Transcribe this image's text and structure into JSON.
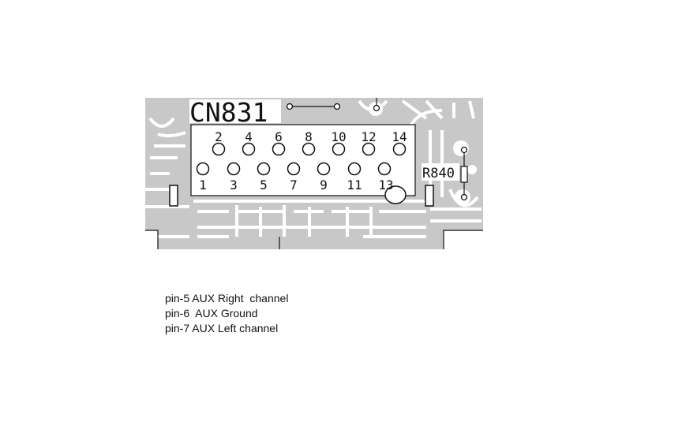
{
  "connector": {
    "ref": "CN831",
    "top_pins": [
      "2",
      "4",
      "6",
      "8",
      "10",
      "12",
      "14"
    ],
    "bottom_pins": [
      "1",
      "3",
      "5",
      "7",
      "9",
      "11",
      "13"
    ]
  },
  "resistor": {
    "ref": "R840"
  },
  "notes": [
    "pin-5 AUX Right  channel",
    "pin-6  AUX Ground",
    "pin-7 AUX Left channel"
  ],
  "colors": {
    "trace": "#c8c8c8",
    "silkscreen": "#111111",
    "background": "#ffffff"
  }
}
